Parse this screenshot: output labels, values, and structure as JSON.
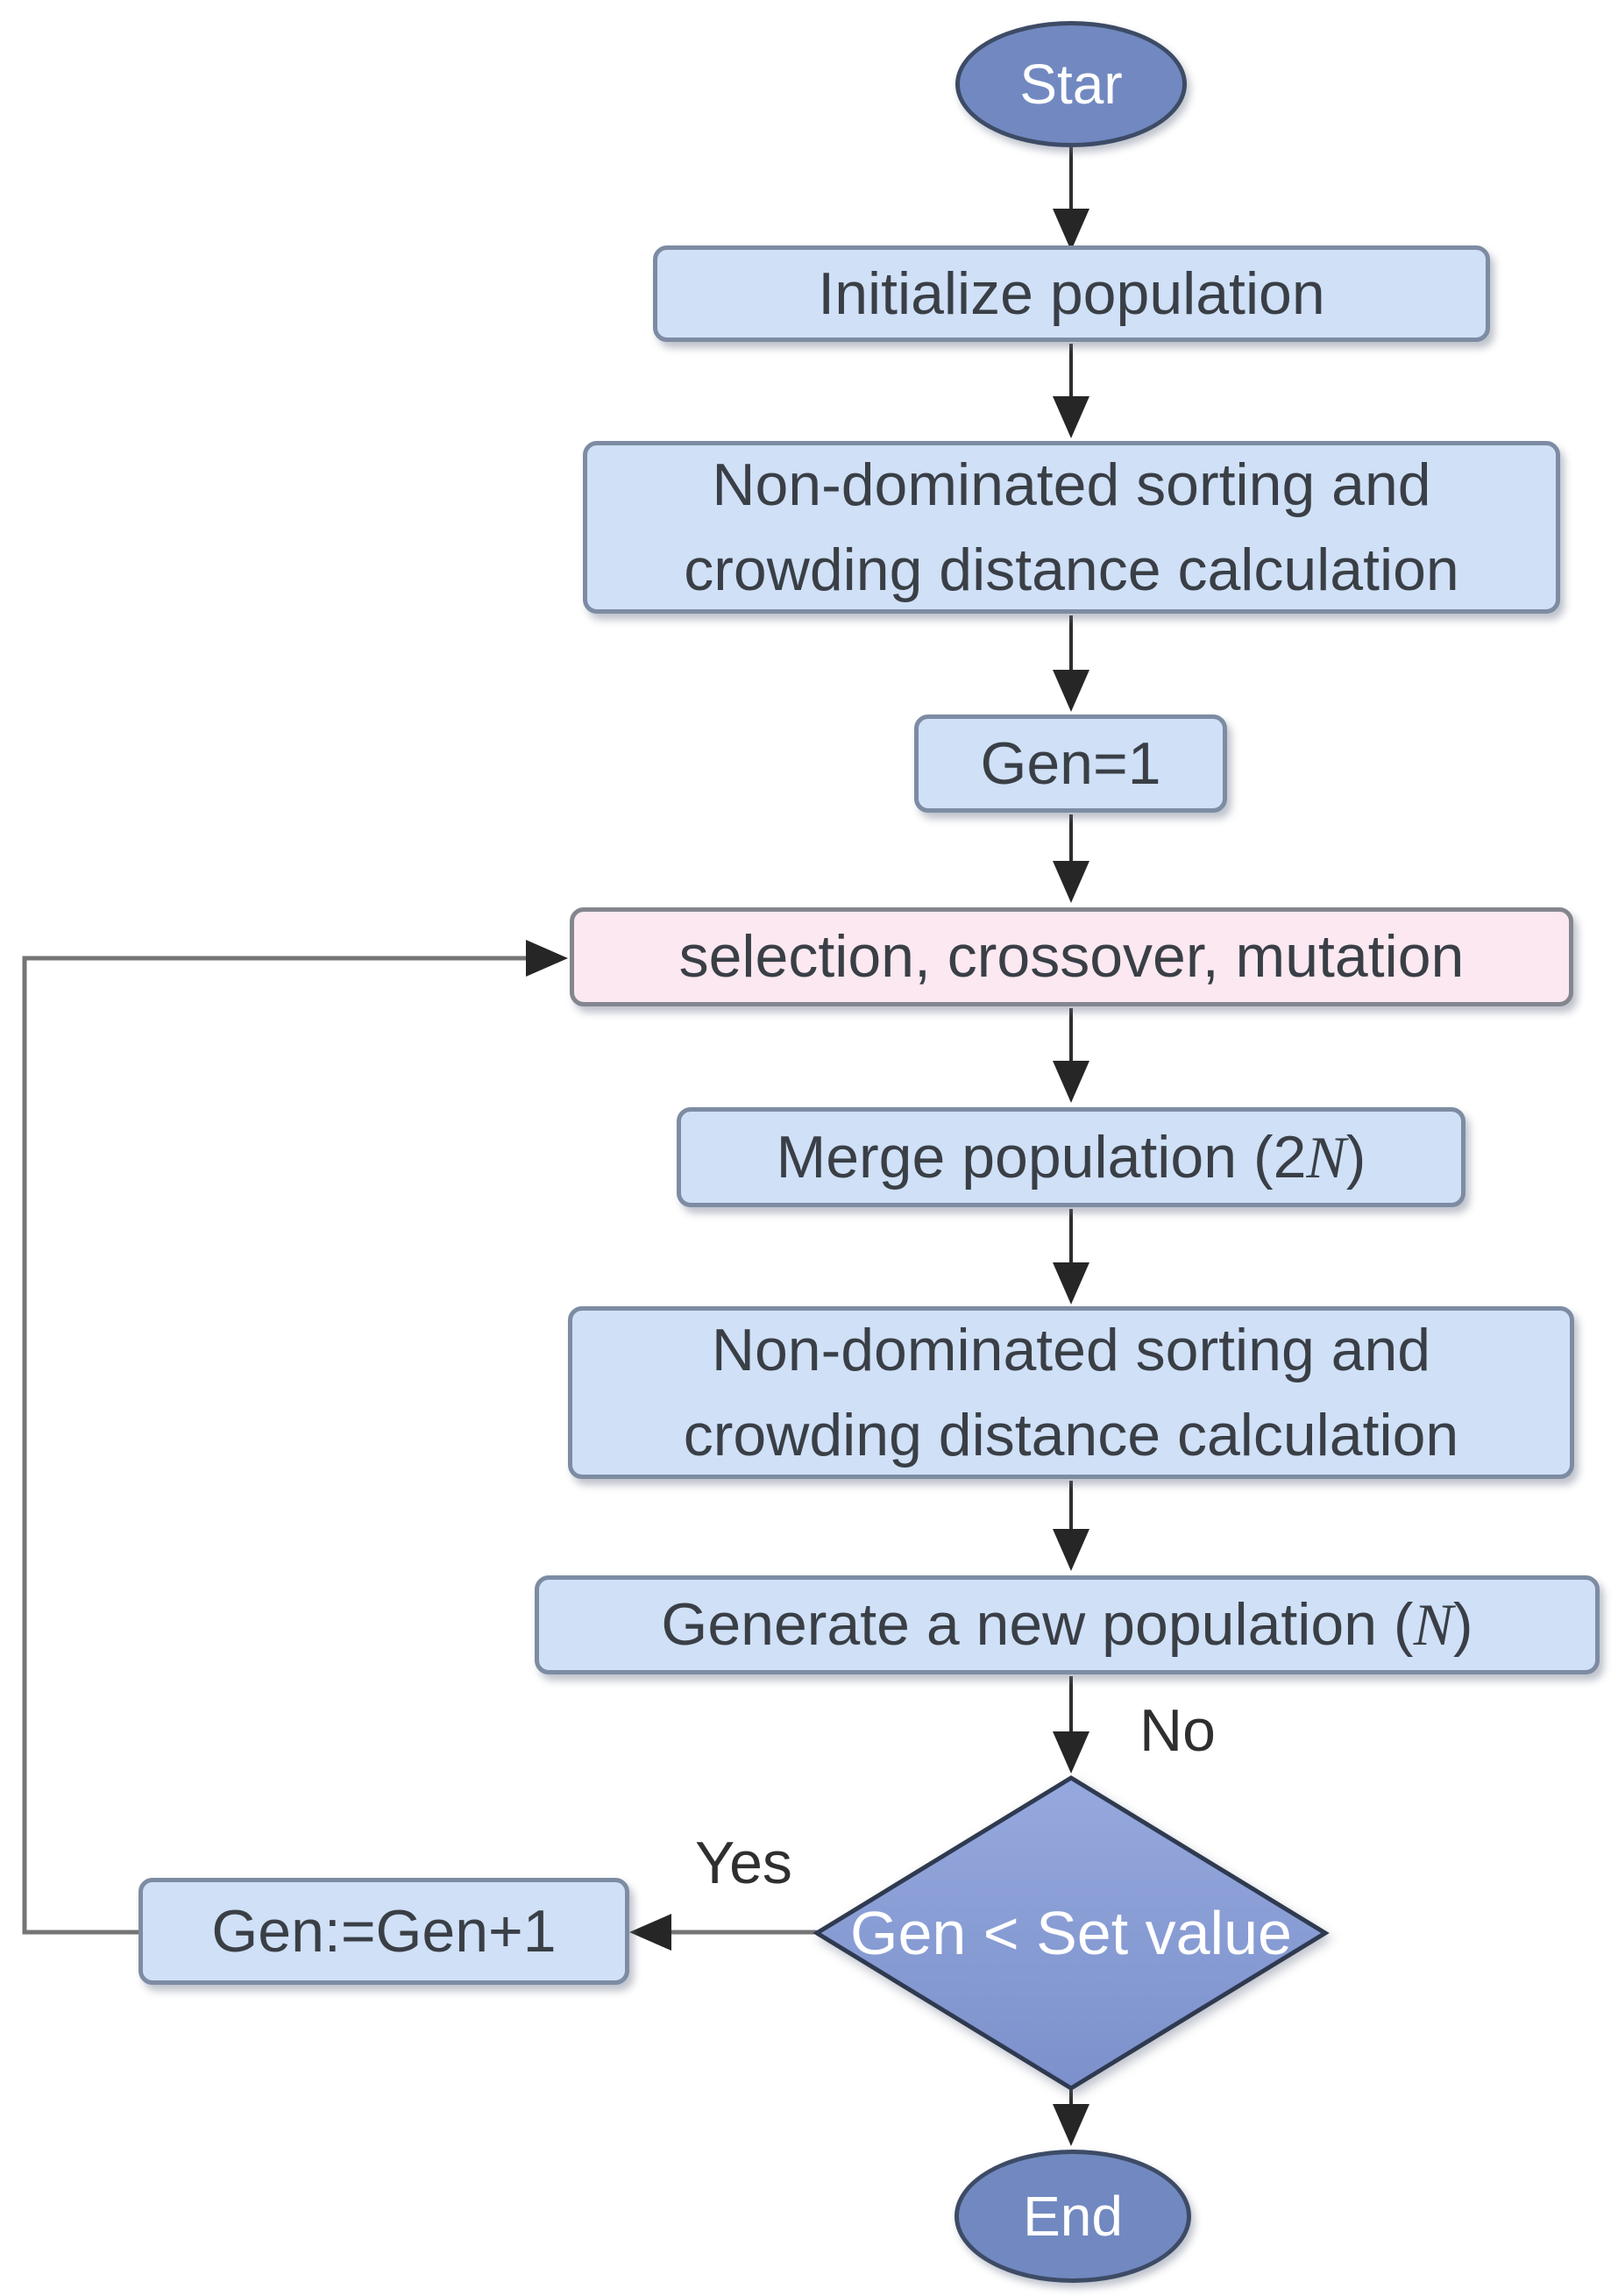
{
  "flowchart": {
    "nodes": {
      "start": {
        "label": "Star"
      },
      "initialize": {
        "label": "Initialize population"
      },
      "sorting_top": {
        "label": "Non-dominated sorting and crowding distance calculation"
      },
      "gen_init": {
        "label": "Gen=1"
      },
      "variation": {
        "label": "selection, crossover, mutation"
      },
      "merge": {
        "prefix": "Merge population (2",
        "var": "N",
        "suffix": ")"
      },
      "sorting_bottom": {
        "label": "Non-dominated sorting and crowding distance calculation"
      },
      "new_population": {
        "prefix": "Generate a new population (",
        "var": "N",
        "suffix": ")"
      },
      "decision": {
        "label": "Gen < Set value"
      },
      "increment": {
        "label": "Gen:=Gen+1"
      },
      "end": {
        "label": "End"
      }
    },
    "edge_labels": {
      "yes": "Yes",
      "no": "No"
    },
    "colors": {
      "terminator_fill": "#7189C0",
      "terminator_border": "#3D4B66",
      "process_fill": "#CFE0F7",
      "process_border": "#7D8CA3",
      "highlight_fill": "#FBE8F1",
      "highlight_border": "#84868F",
      "decision_fill_top": "#95A9DE",
      "decision_fill_bottom": "#7C90CB",
      "decision_border": "#2F3A50",
      "arrow": "#2D2D2D",
      "loop_line": "#757575",
      "text_dark": "#3A3F46",
      "text_light": "#FFFFFF"
    }
  }
}
